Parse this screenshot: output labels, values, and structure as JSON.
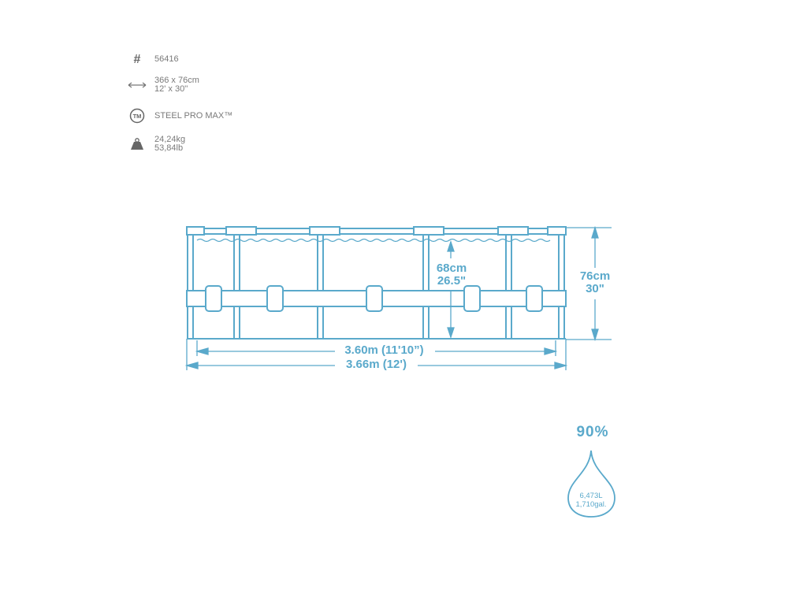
{
  "specs": {
    "model": {
      "icon": "hash-icon",
      "value": "56416"
    },
    "size": {
      "icon": "double-arrow-icon",
      "metric": "366 x 76cm",
      "imperial": "12' x 30''"
    },
    "brand": {
      "icon": "trademark-icon",
      "value": "STEEL PRO MAX™"
    },
    "weight": {
      "icon": "weight-icon",
      "metric": "24,24kg",
      "imperial": "53,84lb"
    }
  },
  "dimensions": {
    "water_height_metric": "68cm",
    "water_height_imperial": "26.5\"",
    "pool_height_metric": "76cm",
    "pool_height_imperial": "30\"",
    "inner_width": "3.60m (11'10”)",
    "outer_width": "3.66m (12')"
  },
  "fill": {
    "percent": "90%",
    "liters": "6,473L",
    "gallons": "1,710gal."
  },
  "colors": {
    "accent": "#5aa9cb",
    "text": "#7a7a7a"
  }
}
